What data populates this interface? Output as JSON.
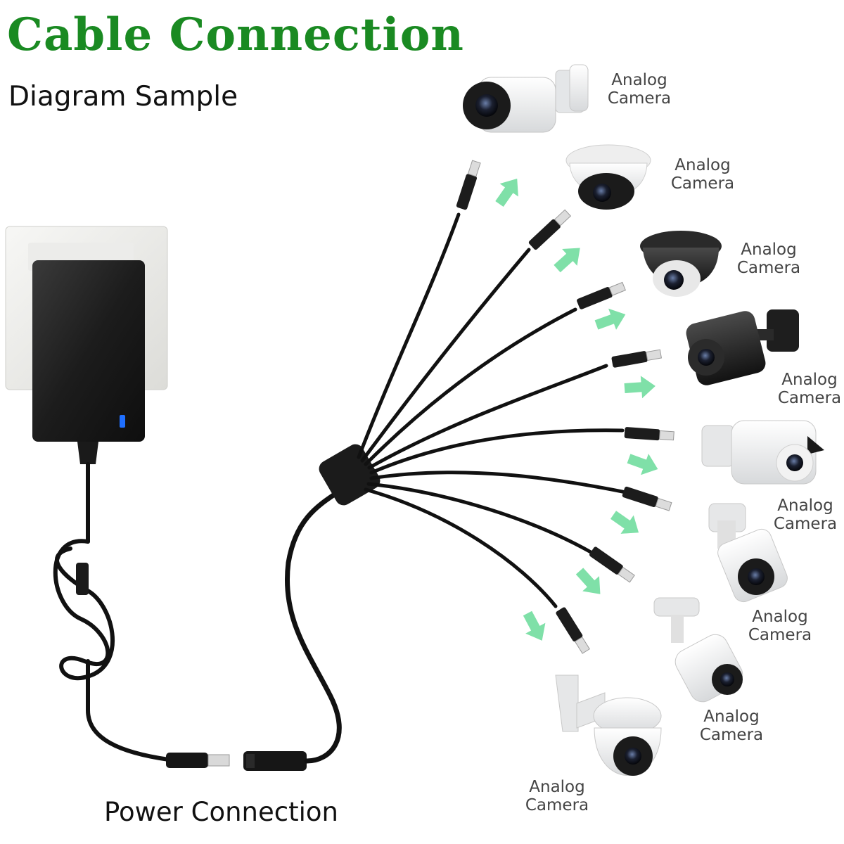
{
  "header": {
    "title": "Cable Connection",
    "subtitle": "Diagram Sample"
  },
  "colors": {
    "title": "#1a8a22",
    "text": "#111111",
    "label": "#444444",
    "arrow": "#7fe0a8",
    "cable": "#111111",
    "led": "#1f6fff"
  },
  "cameras": [
    {
      "name": "analog-camera-1",
      "label_line1": "Analog",
      "label_line2": "Camera",
      "style": "white-bullet"
    },
    {
      "name": "analog-camera-2",
      "label_line1": "Analog",
      "label_line2": "Camera",
      "style": "white-dome"
    },
    {
      "name": "analog-camera-3",
      "label_line1": "Analog",
      "label_line2": "Camera",
      "style": "black-dome"
    },
    {
      "name": "analog-camera-4",
      "label_line1": "Analog",
      "label_line2": "Camera",
      "style": "black-bullet"
    },
    {
      "name": "analog-camera-5",
      "label_line1": "Analog",
      "label_line2": "Camera",
      "style": "white-bullet"
    },
    {
      "name": "analog-camera-6",
      "label_line1": "Analog",
      "label_line2": "Camera",
      "style": "white-bullet"
    },
    {
      "name": "analog-camera-7",
      "label_line1": "Analog",
      "label_line2": "Camera",
      "style": "white-bullet"
    },
    {
      "name": "analog-camera-8",
      "label_line1": "Analog",
      "label_line2": "Camera",
      "style": "ptz-dome"
    }
  ],
  "footer": {
    "power_label": "Power Connection"
  }
}
